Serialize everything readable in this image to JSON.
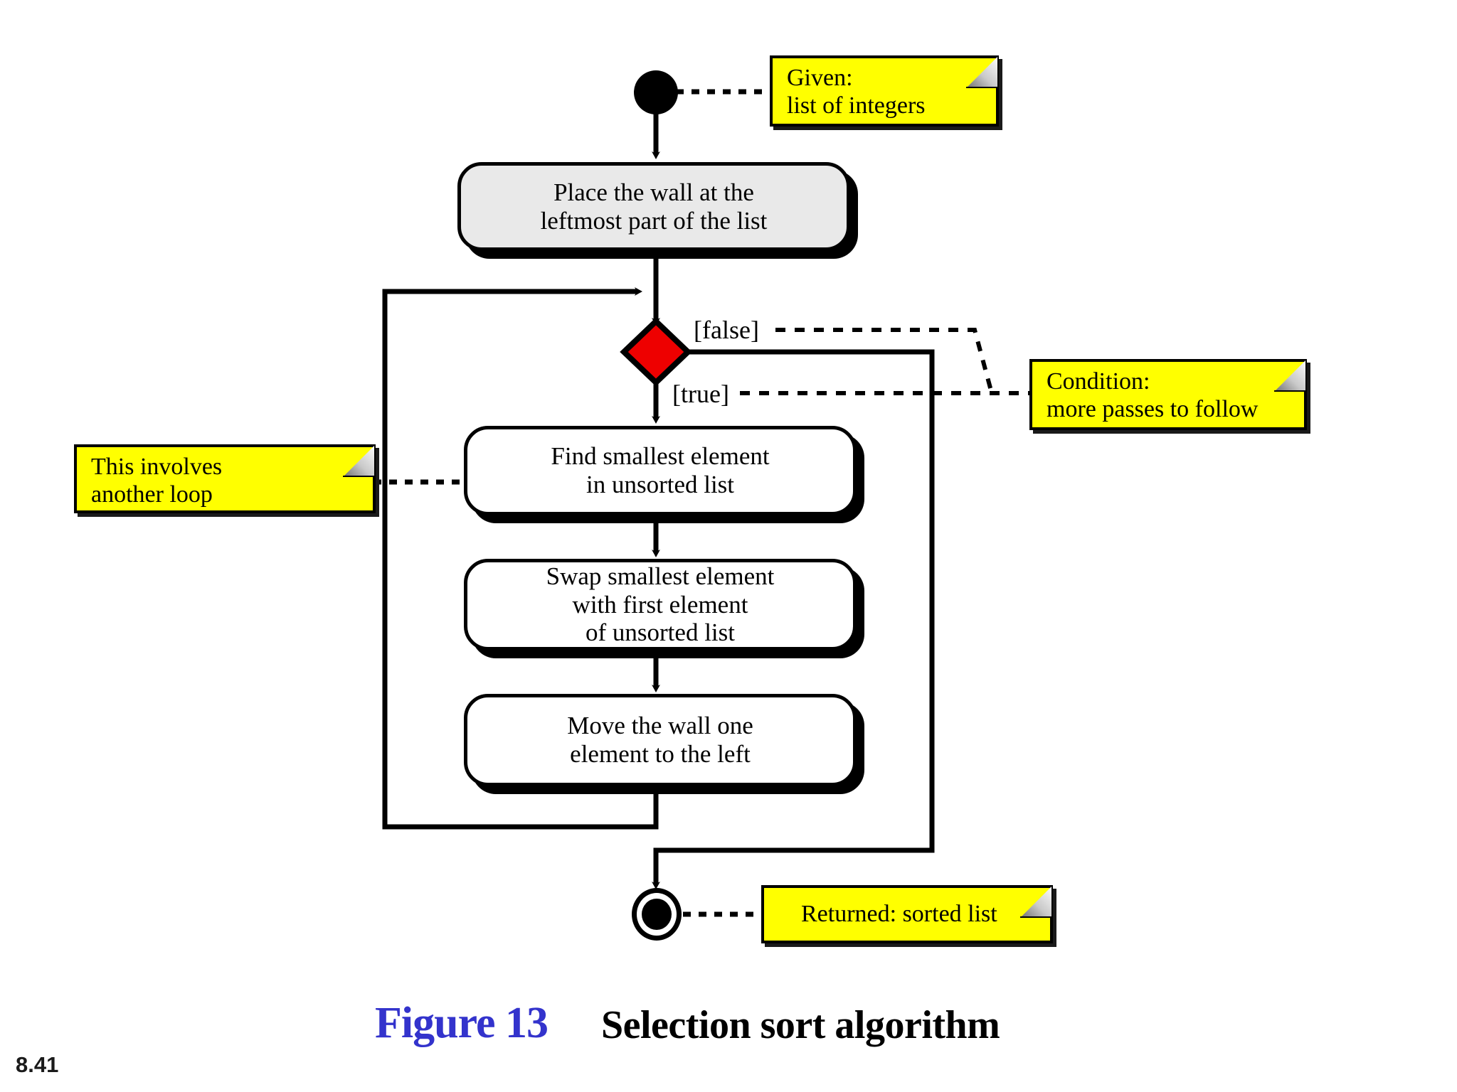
{
  "figure": {
    "label": "Figure 13",
    "title": "Selection sort algorithm",
    "label_color": "#3333cc",
    "title_color": "#000000"
  },
  "page_number": "8.41",
  "colors": {
    "note_fill": "#ffff00",
    "decision_fill": "#ee0000",
    "shaded_activity_fill": "#e9e9e9",
    "activity_fill": "#ffffff",
    "stroke": "#000000"
  },
  "diagram": {
    "type": "uml-activity-diagram",
    "nodes": {
      "start": {
        "name": "initial-node"
      },
      "end": {
        "name": "final-node"
      },
      "decision": {
        "name": "decision-diamond"
      }
    },
    "activities": [
      {
        "id": "place-wall",
        "lines": [
          "Place the wall at the",
          "leftmost part of the list"
        ],
        "fill": "#e9e9e9"
      },
      {
        "id": "find-smallest",
        "lines": [
          "Find smallest element",
          "in unsorted list"
        ],
        "fill": "#ffffff"
      },
      {
        "id": "swap-smallest",
        "lines": [
          "Swap smallest element",
          "with first element",
          "of unsorted list"
        ],
        "fill": "#ffffff"
      },
      {
        "id": "move-wall",
        "lines": [
          "Move the wall one",
          "element to the left"
        ],
        "fill": "#ffffff"
      }
    ],
    "guards": [
      {
        "id": "guard-false",
        "text": "[false]"
      },
      {
        "id": "guard-true",
        "text": "[true]"
      }
    ],
    "notes": [
      {
        "id": "note-given",
        "lines": [
          "Given:",
          "list of integers"
        ]
      },
      {
        "id": "note-condition",
        "lines": [
          "Condition:",
          "more passes to follow"
        ]
      },
      {
        "id": "note-another-loop",
        "lines": [
          "This involves",
          "another loop"
        ]
      },
      {
        "id": "note-returned",
        "lines": [
          "Returned: sorted list"
        ]
      }
    ]
  }
}
